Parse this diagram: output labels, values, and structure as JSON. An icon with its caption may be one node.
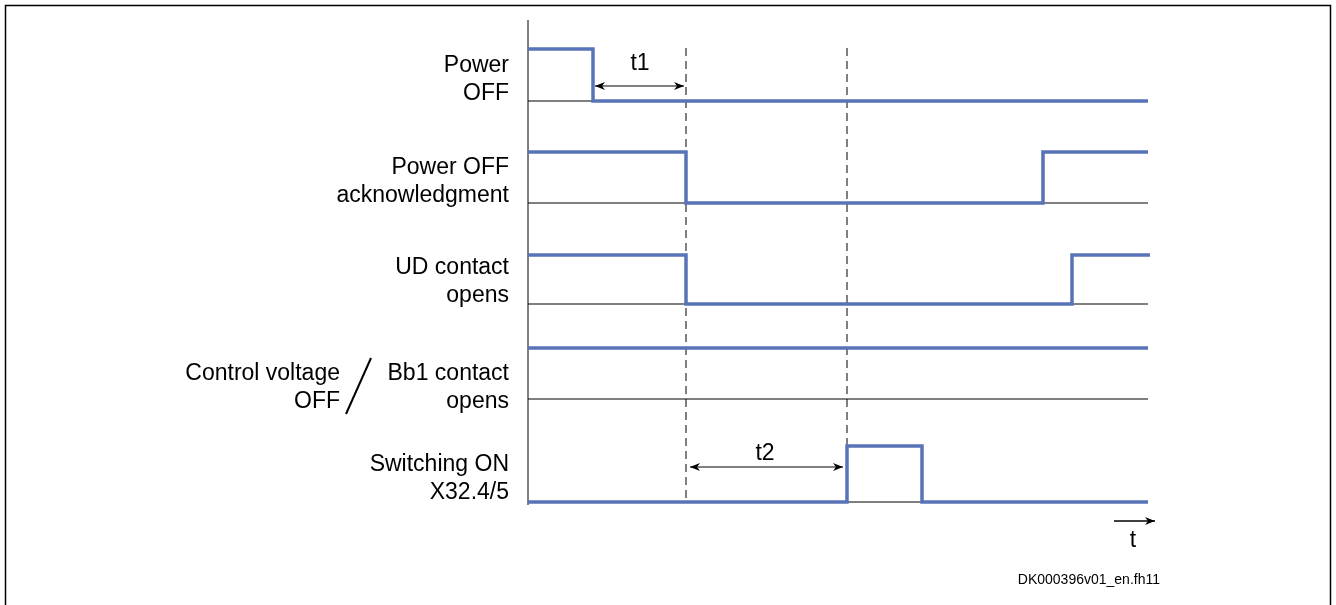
{
  "diagram": {
    "labels": [
      "Power OFF",
      "t1",
      "Power OFF acknowledgment",
      "UD contact opens",
      "Control voltage OFF",
      "Bb1 contact opens",
      "Switching ON X32.4/5",
      "t2",
      "t",
      "DK000396v01_en.fh11"
    ]
  }
}
